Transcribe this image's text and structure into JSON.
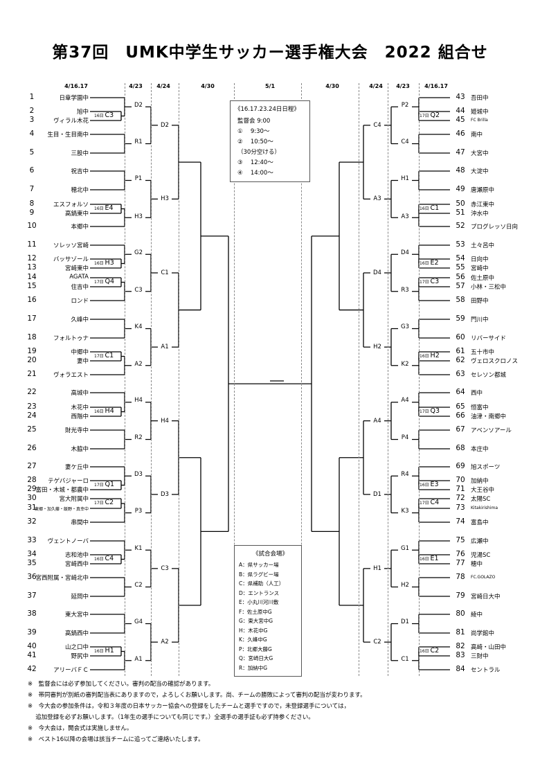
{
  "title": "第37回　UMK中学生サッカー選手権大会　2022 組合せ",
  "headers": [
    "4/16.17",
    "4/23",
    "4/24",
    "4/30",
    "5/1",
    "4/30",
    "4/24",
    "4/23",
    "4/16.17"
  ],
  "left_teams": [
    {
      "n": "1",
      "name": "日章学園中"
    },
    {
      "n": "2",
      "name": "旭中"
    },
    {
      "n": "3",
      "name": "ヴィラル木花"
    },
    {
      "n": "4",
      "name": "生目・生目南中"
    },
    {
      "n": "5",
      "name": "三股中"
    },
    {
      "n": "6",
      "name": "祝吉中"
    },
    {
      "n": "7",
      "name": "穂北中"
    },
    {
      "n": "8",
      "name": "エスフォルソ"
    },
    {
      "n": "9",
      "name": "高鍋東中"
    },
    {
      "n": "10",
      "name": "本郷中"
    },
    {
      "n": "11",
      "name": "ソレッソ宮崎"
    },
    {
      "n": "12",
      "name": "バッサゾール"
    },
    {
      "n": "13",
      "name": "宮崎東中"
    },
    {
      "n": "14",
      "name": "AGATA"
    },
    {
      "n": "15",
      "name": "住吉中"
    },
    {
      "n": "16",
      "name": "ロンド"
    },
    {
      "n": "17",
      "name": "久峰中"
    },
    {
      "n": "18",
      "name": "フォルトゥナ"
    },
    {
      "n": "19",
      "name": "中郷中"
    },
    {
      "n": "20",
      "name": "妻中"
    },
    {
      "n": "21",
      "name": "ヴォラエスト"
    },
    {
      "n": "22",
      "name": "高城中"
    },
    {
      "n": "23",
      "name": "木花中"
    },
    {
      "n": "24",
      "name": "西階中"
    },
    {
      "n": "25",
      "name": "財光寺中"
    },
    {
      "n": "26",
      "name": "木脇中"
    },
    {
      "n": "27",
      "name": "妻ケ丘中"
    },
    {
      "n": "28",
      "name": "テゲバジャーロ"
    },
    {
      "n": "29",
      "name": "富田・木城・都農中"
    },
    {
      "n": "30",
      "name": "宮大附属中"
    },
    {
      "n": "31",
      "name": "東郷・加久藤・飯野・真幸中"
    },
    {
      "n": "32",
      "name": "串間中"
    },
    {
      "n": "33",
      "name": "ヴェントノーバ"
    },
    {
      "n": "34",
      "name": "志和池中"
    },
    {
      "n": "35",
      "name": "宮崎西中"
    },
    {
      "n": "36",
      "name": "宮西附属・宮崎北中"
    },
    {
      "n": "37",
      "name": "延岡中"
    },
    {
      "n": "38",
      "name": "東大宮中"
    },
    {
      "n": "39",
      "name": "高鍋西中"
    },
    {
      "n": "40",
      "name": "山之口中"
    },
    {
      "n": "41",
      "name": "野尻中"
    },
    {
      "n": "42",
      "name": "アリーバＦＣ"
    }
  ],
  "right_teams": [
    {
      "n": "43",
      "name": "吾田中"
    },
    {
      "n": "44",
      "name": "姫城中"
    },
    {
      "n": "45",
      "name": "FC Brilla"
    },
    {
      "n": "46",
      "name": "南中"
    },
    {
      "n": "47",
      "name": "大宮中"
    },
    {
      "n": "48",
      "name": "大淀中"
    },
    {
      "n": "49",
      "name": "唐瀬原中"
    },
    {
      "n": "50",
      "name": "赤江東中"
    },
    {
      "n": "51",
      "name": "沖水中"
    },
    {
      "n": "52",
      "name": "プログレッソ日向"
    },
    {
      "n": "53",
      "name": "土々呂中"
    },
    {
      "n": "54",
      "name": "日向中"
    },
    {
      "n": "55",
      "name": "宮崎中"
    },
    {
      "n": "56",
      "name": "佐土原中"
    },
    {
      "n": "57",
      "name": "小林・三松中"
    },
    {
      "n": "58",
      "name": "田野中"
    },
    {
      "n": "59",
      "name": "門川中"
    },
    {
      "n": "60",
      "name": "リバーサイド"
    },
    {
      "n": "61",
      "name": "五十市中"
    },
    {
      "n": "62",
      "name": "ヴェロスクロノス"
    },
    {
      "n": "63",
      "name": "セレソン都城"
    },
    {
      "n": "64",
      "name": "西中"
    },
    {
      "n": "65",
      "name": "恒富中"
    },
    {
      "n": "66",
      "name": "油津・南郷中"
    },
    {
      "n": "67",
      "name": "アベンソアール"
    },
    {
      "n": "68",
      "name": "本庄中"
    },
    {
      "n": "69",
      "name": "旭スポーツ"
    },
    {
      "n": "70",
      "name": "加納中"
    },
    {
      "n": "71",
      "name": "大王谷中"
    },
    {
      "n": "72",
      "name": "太陽SC"
    },
    {
      "n": "73",
      "name": "Kitakirishima"
    },
    {
      "n": "74",
      "name": "富島中"
    },
    {
      "n": "75",
      "name": "広瀬中"
    },
    {
      "n": "76",
      "name": "児湯SC"
    },
    {
      "n": "77",
      "name": "穂中"
    },
    {
      "n": "78",
      "name": "FC.GOLAZO"
    },
    {
      "n": "79",
      "name": "宮崎日大中"
    },
    {
      "n": "80",
      "name": "綾中"
    },
    {
      "n": "81",
      "name": "尚学館中"
    },
    {
      "n": "82",
      "name": "高崎・山田中"
    },
    {
      "n": "83",
      "name": "三財中"
    },
    {
      "n": "84",
      "name": "セントラル"
    }
  ],
  "r1_left": [
    {
      "pref": "16日",
      "code": "C3"
    },
    {
      "pref": "16日",
      "code": "E4"
    },
    {
      "pref": "16日",
      "code": "H3"
    },
    {
      "pref": "17日",
      "code": "Q4"
    },
    {
      "pref": "17日",
      "code": "C1"
    },
    {
      "pref": "16日",
      "code": "H4"
    },
    {
      "pref": "17日",
      "code": "Q1"
    },
    {
      "pref": "17日",
      "code": "C2"
    },
    {
      "pref": "16日",
      "code": "C4"
    },
    {
      "pref": "16日",
      "code": "H1"
    }
  ],
  "r1_right": [
    {
      "pref": "17日",
      "code": "Q2"
    },
    {
      "pref": "16日",
      "code": "C1"
    },
    {
      "pref": "16日",
      "code": "E2"
    },
    {
      "pref": "17日",
      "code": "C3"
    },
    {
      "pref": "16日",
      "code": "H2"
    },
    {
      "pref": "17日",
      "code": "Q3"
    },
    {
      "pref": "16日",
      "code": "E3"
    },
    {
      "pref": "17日",
      "code": "C4"
    },
    {
      "pref": "16日",
      "code": "E1"
    },
    {
      "pref": "16日",
      "code": "C2"
    }
  ],
  "r2_left": [
    "D2",
    "R1",
    "P1",
    "H3",
    "G2",
    "C3",
    "K4",
    "A2",
    "H4",
    "R2",
    "D3",
    "P3",
    "K1",
    "C2",
    "G4",
    "A1"
  ],
  "r2_right": [
    "P2",
    "C4",
    "H1",
    "A3",
    "D4",
    "R3",
    "G3",
    "K2",
    "A4",
    "P4",
    "R4",
    "K3",
    "G1",
    "H2",
    "D1",
    "C1"
  ],
  "r3_left": [
    "D2",
    "H3",
    "C1",
    "A1",
    "H4",
    "D3",
    "C3",
    "A2"
  ],
  "r3_right": [
    "C4",
    "A3",
    "D4",
    "H2",
    "A4",
    "D1",
    "H1",
    "C2"
  ],
  "schedule": {
    "title": "《16.17.23.24日日程》",
    "lines": [
      "監督会 9:00",
      "①　 9:30～",
      "②　 10:50～",
      "（30分空ける）",
      "③　 12:40～",
      "④　 14:00～"
    ]
  },
  "venues": {
    "title": "《試合会場》",
    "lines": [
      "A：県サッカー場",
      "B：県ラグビー場",
      "C：県補助（人工）",
      "D：エントランス",
      "E：小丸川河川敷",
      "F：佐土原中G",
      "G：東大宮中G",
      "H：木花中G",
      "K：久峰中G",
      "P：北郷大藤G",
      "Q：宮崎日大G",
      "R：加納中G"
    ]
  },
  "notes": [
    "※　監督会には必ず参加してください。審判の配当の確認があります。",
    "※　帯同審判が別紙の審判配当表にありますので，よろしくお願いします。尚、チームの勝敗によって審判の配当が変わります。",
    "※　今大会の参加条件は，令和３年度の日本サッカー協会への登録をしたチームと選手ですので，未登録選手については，",
    "　 追加登録を必ずお願いします。（1年生の選手についても同じです。）全選手の選手証も必ず持参ください。",
    "※　今大会は，開会式は実施しません。",
    "※　ベスト16以降の会場は該当チームに追ってご連絡いたします。"
  ]
}
